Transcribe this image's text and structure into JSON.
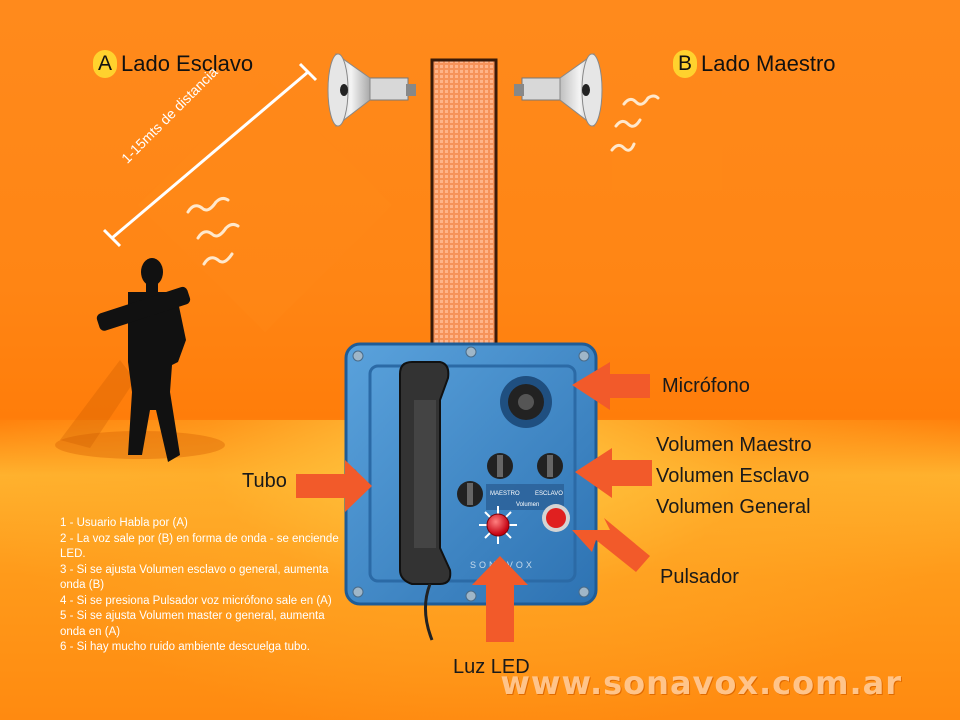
{
  "sides": {
    "a_letter": "A",
    "a_label": "Lado Esclavo",
    "b_letter": "B",
    "b_label": "Lado Maestro"
  },
  "distance_label": "1-15mts de distancia",
  "components": {
    "microfono": "Micrófono",
    "volumen_maestro": "Volumen Maestro",
    "volumen_esclavo": "Volumen Esclavo",
    "volumen_general": "Volumen General",
    "tubo": "Tubo",
    "pulsador": "Pulsador",
    "luz_led": "Luz LED"
  },
  "panel_labels": {
    "maestro": "MAESTRO",
    "esclavo": "ESCLAVO",
    "volumen": "Volumen",
    "brand": "SONAVOX"
  },
  "steps": [
    "1 - Usuario Habla por (A)",
    "2 - La voz sale por (B) en forma de onda - se enciende LED.",
    "3 - Si se ajusta Volumen esclavo o general, aumenta onda (B)",
    "4 - Si se presiona Pulsador voz micrófono sale en (A)",
    "5 - Si se ajusta Volumen master o general, aumenta onda en (A)",
    "6 - Si hay mucho ruido ambiente descuelga tubo."
  ],
  "website": "www.sonavox.com.ar",
  "colors": {
    "background": "#ff8514",
    "arrow": "#f25a2a",
    "panel": "#3a86c8",
    "badge": "#ffd22e",
    "led": "#e8141a"
  }
}
